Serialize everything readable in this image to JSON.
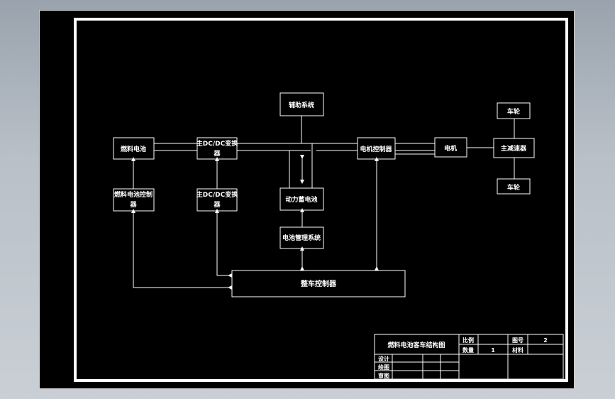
{
  "blocks": {
    "aux_system": "辅助系统",
    "fuel_cell": "燃料电池",
    "main_dcdc": "主DC/DC变换",
    "main_dcdc_2": "器",
    "motor_controller": "电机控制器",
    "motor": "电机",
    "main_reducer": "主减速器",
    "wheel_top": "车轮",
    "wheel_bottom": "车轮",
    "fuel_cell_controller": "燃料电池控制",
    "fuel_cell_controller_2": "器",
    "sub_dcdc": "主DC/DC变换",
    "sub_dcdc_2": "器",
    "power_battery": "动力蓄电池",
    "bms": "电池管理系统",
    "vehicle_controller": "整车控制器"
  },
  "title_block": {
    "title": "燃料电池客车结构图",
    "scale_label": "比例",
    "quantity_label": "数量",
    "quantity_value": "1",
    "drawing_no_label": "图号",
    "drawing_no_value": "2",
    "material_label": "材料",
    "design_label": "设计",
    "draw_label": "绘图",
    "check_label": "审图"
  }
}
